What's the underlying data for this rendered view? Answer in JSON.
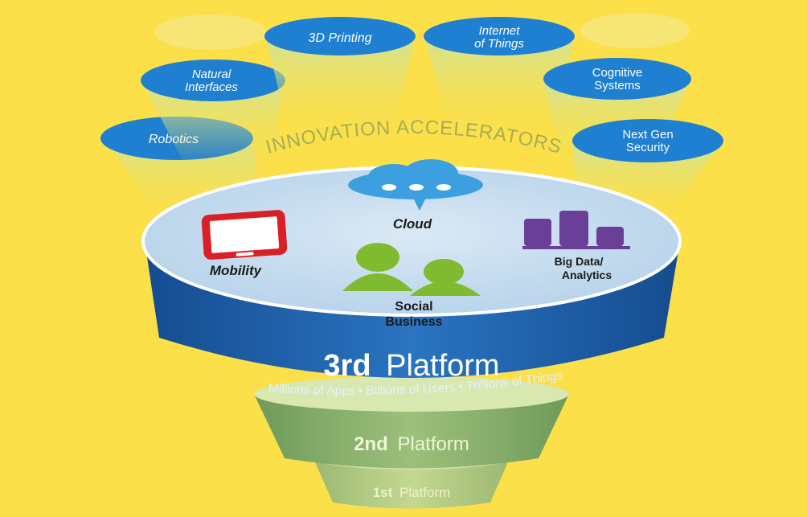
{
  "colors": {
    "background": "#fbe04a",
    "oval_blue": "#1f7fd0",
    "platform3_band": "#1c5ea8",
    "platform_top": "#c3dbee",
    "platform2_band": "#86b16c",
    "platform1_band": "#a9c47e",
    "mobility_red": "#d92027",
    "cloud_blue": "#3b9fe0",
    "social_green": "#7fba2f",
    "bigdata_purple": "#6a3f98"
  },
  "innovation": {
    "title": "INNOVATION ACCELERATORS",
    "accelerators": [
      {
        "line1": "Robotics",
        "line2": ""
      },
      {
        "line1": "Natural",
        "line2": "Interfaces"
      },
      {
        "line1": "3D Printing",
        "line2": ""
      },
      {
        "line1": "Internet",
        "line2": "of Things"
      },
      {
        "line1": "Cognitive",
        "line2": "Systems"
      },
      {
        "line1": "Next Gen",
        "line2": "Security"
      }
    ]
  },
  "platform3": {
    "labels": {
      "mobility": "Mobility",
      "cloud": "Cloud",
      "social_line1": "Social",
      "social_line2": "Business",
      "bigdata_line1": "Big Data/",
      "bigdata_line2": "Analytics"
    },
    "title_bold": "3rd",
    "title_rest": "Platform",
    "subtitle": "Millions of Apps • Billions of Users • Trillions of Things"
  },
  "platform2": {
    "title_bold": "2nd",
    "title_rest": "Platform"
  },
  "platform1": {
    "title_bold": "1st",
    "title_rest": "Platform"
  },
  "icons": [
    "mobility-phone-icon",
    "cloud-chat-icon",
    "social-people-icon",
    "bar-chart-icon"
  ]
}
